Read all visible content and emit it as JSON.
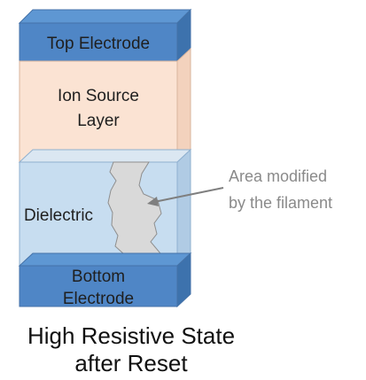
{
  "layers": {
    "top_electrode": {
      "label": "Top Electrode"
    },
    "ion_source": {
      "line1": "Ion Source",
      "line2": "Layer"
    },
    "dielectric": {
      "label": "Dielectric"
    },
    "bottom_electrode": {
      "line1": "Bottom",
      "line2": "Electrode"
    }
  },
  "annotation": {
    "line1": "Area modified",
    "line2": "by the filament"
  },
  "caption": {
    "line1": "High Resistive State",
    "line2": "after Reset"
  },
  "colors": {
    "electrode_front": "#4f86c6",
    "electrode_top": "#5e97d3",
    "electrode_side": "#3d72ad",
    "ion_source_front": "#fbe3d3",
    "ion_source_side": "#f3d2bd",
    "dielectric_front": "#c7ddf0",
    "dielectric_side": "#b0cbe4",
    "filament": "#d9d9d9",
    "annotation_text": "#8a8a8a",
    "arrow": "#7f7f7f"
  }
}
